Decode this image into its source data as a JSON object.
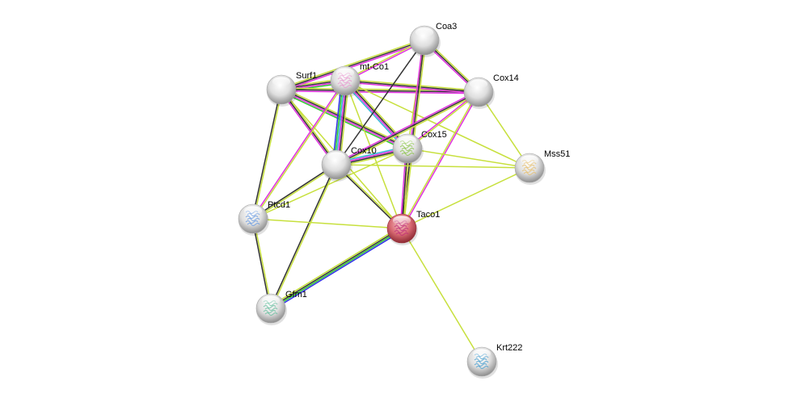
{
  "network": {
    "colors": {
      "textmining": "#c7e03d",
      "coexpression": "#333333",
      "experiments": "#e030e0",
      "databases": "#35b9d8",
      "neighborhood": "#2fc72f",
      "fusion": "#3030e8",
      "query_node": "#d9656f",
      "node": "#e0e0e0"
    },
    "nodes": [
      {
        "id": "Coa3",
        "label": "Coa3",
        "query": false,
        "structure": false
      },
      {
        "id": "mt-Co1",
        "label": "mt-Co1",
        "query": false,
        "structure": true,
        "structure_color": "#e79ad0"
      },
      {
        "id": "Surf1",
        "label": "Surf1",
        "query": false,
        "structure": false
      },
      {
        "id": "Cox14",
        "label": "Cox14",
        "query": false,
        "structure": false
      },
      {
        "id": "Cox15",
        "label": "Cox15",
        "query": false,
        "structure": true,
        "structure_color": "#8bc34a"
      },
      {
        "id": "Cox10",
        "label": "Cox10",
        "query": false,
        "structure": false
      },
      {
        "id": "Mss51",
        "label": "Mss51",
        "query": false,
        "structure": true,
        "structure_color": "#e6c070"
      },
      {
        "id": "Ptcd1",
        "label": "Ptcd1",
        "query": false,
        "structure": true,
        "structure_color": "#6a9be0"
      },
      {
        "id": "Taco1",
        "label": "Taco1",
        "query": true,
        "structure": true,
        "structure_color": "#c0307a"
      },
      {
        "id": "Gfm1",
        "label": "Gfm1",
        "query": false,
        "structure": true,
        "structure_color": "#6ac0a0"
      },
      {
        "id": "Krt222",
        "label": "Krt222",
        "query": false,
        "structure": true,
        "structure_color": "#4aa0d0"
      }
    ],
    "edges": [
      {
        "a": "Surf1",
        "b": "mt-Co1",
        "types": [
          "textmining",
          "coexpression",
          "experiments",
          "neighborhood"
        ]
      },
      {
        "a": "Surf1",
        "b": "Coa3",
        "types": [
          "textmining",
          "coexpression",
          "experiments"
        ]
      },
      {
        "a": "Surf1",
        "b": "Cox14",
        "types": [
          "textmining",
          "coexpression",
          "experiments"
        ]
      },
      {
        "a": "Surf1",
        "b": "Cox15",
        "types": [
          "textmining",
          "coexpression",
          "experiments",
          "neighborhood"
        ]
      },
      {
        "a": "Surf1",
        "b": "Cox10",
        "types": [
          "textmining",
          "coexpression",
          "experiments"
        ]
      },
      {
        "a": "Surf1",
        "b": "Ptcd1",
        "types": [
          "textmining",
          "coexpression"
        ]
      },
      {
        "a": "Surf1",
        "b": "Taco1",
        "types": [
          "textmining"
        ]
      },
      {
        "a": "mt-Co1",
        "b": "Coa3",
        "types": [
          "textmining",
          "experiments"
        ]
      },
      {
        "a": "mt-Co1",
        "b": "Cox14",
        "types": [
          "textmining",
          "coexpression",
          "experiments"
        ]
      },
      {
        "a": "mt-Co1",
        "b": "Cox15",
        "types": [
          "textmining",
          "coexpression",
          "experiments",
          "databases"
        ]
      },
      {
        "a": "mt-Co1",
        "b": "Cox10",
        "types": [
          "textmining",
          "coexpression",
          "experiments",
          "databases",
          "neighborhood",
          "fusion"
        ]
      },
      {
        "a": "mt-Co1",
        "b": "Ptcd1",
        "types": [
          "textmining",
          "experiments"
        ]
      },
      {
        "a": "mt-Co1",
        "b": "Taco1",
        "types": [
          "textmining"
        ]
      },
      {
        "a": "mt-Co1",
        "b": "Mss51",
        "types": [
          "textmining"
        ]
      },
      {
        "a": "Coa3",
        "b": "Cox14",
        "types": [
          "textmining",
          "coexpression",
          "experiments"
        ]
      },
      {
        "a": "Coa3",
        "b": "Cox15",
        "types": [
          "textmining"
        ]
      },
      {
        "a": "Coa3",
        "b": "Cox10",
        "types": [
          "coexpression"
        ]
      },
      {
        "a": "Coa3",
        "b": "Taco1",
        "types": [
          "textmining",
          "coexpression",
          "experiments"
        ]
      },
      {
        "a": "Cox14",
        "b": "Cox15",
        "types": [
          "textmining",
          "experiments"
        ]
      },
      {
        "a": "Cox14",
        "b": "Cox10",
        "types": [
          "textmining",
          "coexpression",
          "experiments"
        ]
      },
      {
        "a": "Cox14",
        "b": "Taco1",
        "types": [
          "experiments",
          "textmining"
        ]
      },
      {
        "a": "Cox14",
        "b": "Mss51",
        "types": [
          "textmining"
        ]
      },
      {
        "a": "Cox15",
        "b": "Cox10",
        "types": [
          "textmining",
          "coexpression",
          "experiments",
          "databases"
        ]
      },
      {
        "a": "Cox15",
        "b": "Taco1",
        "types": [
          "textmining",
          "coexpression",
          "experiments"
        ]
      },
      {
        "a": "Cox15",
        "b": "Mss51",
        "types": [
          "textmining"
        ]
      },
      {
        "a": "Cox15",
        "b": "Ptcd1",
        "types": [
          "textmining"
        ]
      },
      {
        "a": "Cox10",
        "b": "Taco1",
        "types": [
          "textmining",
          "coexpression"
        ]
      },
      {
        "a": "Cox10",
        "b": "Ptcd1",
        "types": [
          "textmining",
          "coexpression"
        ]
      },
      {
        "a": "Cox10",
        "b": "Gfm1",
        "types": [
          "textmining",
          "coexpression"
        ]
      },
      {
        "a": "Cox10",
        "b": "Mss51",
        "types": [
          "textmining"
        ]
      },
      {
        "a": "Ptcd1",
        "b": "Taco1",
        "types": [
          "textmining"
        ]
      },
      {
        "a": "Ptcd1",
        "b": "Gfm1",
        "types": [
          "textmining",
          "coexpression"
        ]
      },
      {
        "a": "Gfm1",
        "b": "Taco1",
        "types": [
          "textmining",
          "coexpression",
          "neighborhood",
          "fusion"
        ]
      },
      {
        "a": "Taco1",
        "b": "Mss51",
        "types": [
          "textmining"
        ]
      },
      {
        "a": "Taco1",
        "b": "Krt222",
        "types": [
          "textmining"
        ]
      }
    ]
  }
}
